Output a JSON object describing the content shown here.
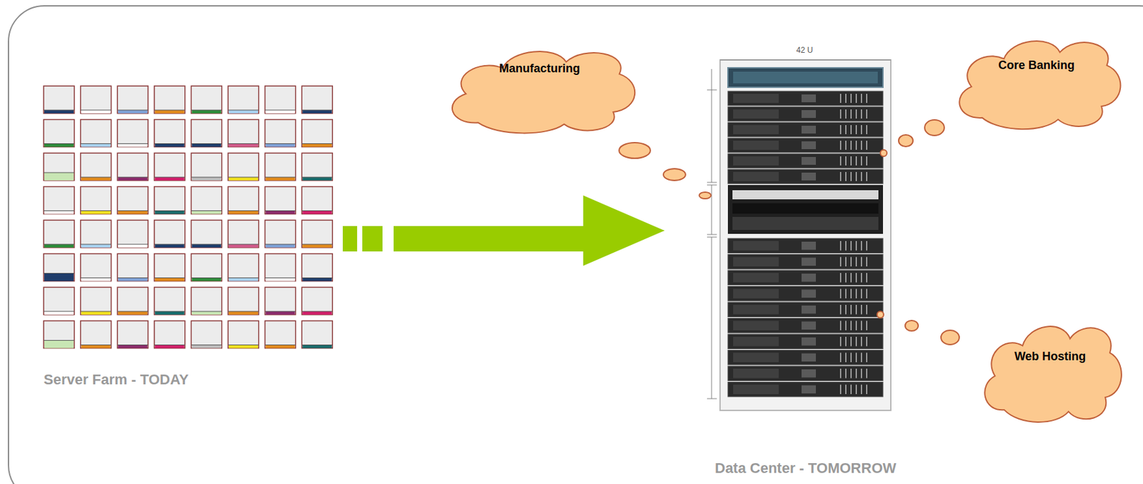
{
  "diagram": {
    "nodes": [
      {
        "text": [
          "Manufacturing"
        ]
      },
      {
        "text": [
          "Core Banking"
        ]
      },
      {
        "text": [
          "Web Hosting"
        ]
      }
    ],
    "labels": [
      "Server Farm - TODAY",
      "42 U",
      "Data Center - TOMORROW"
    ]
  }
}
